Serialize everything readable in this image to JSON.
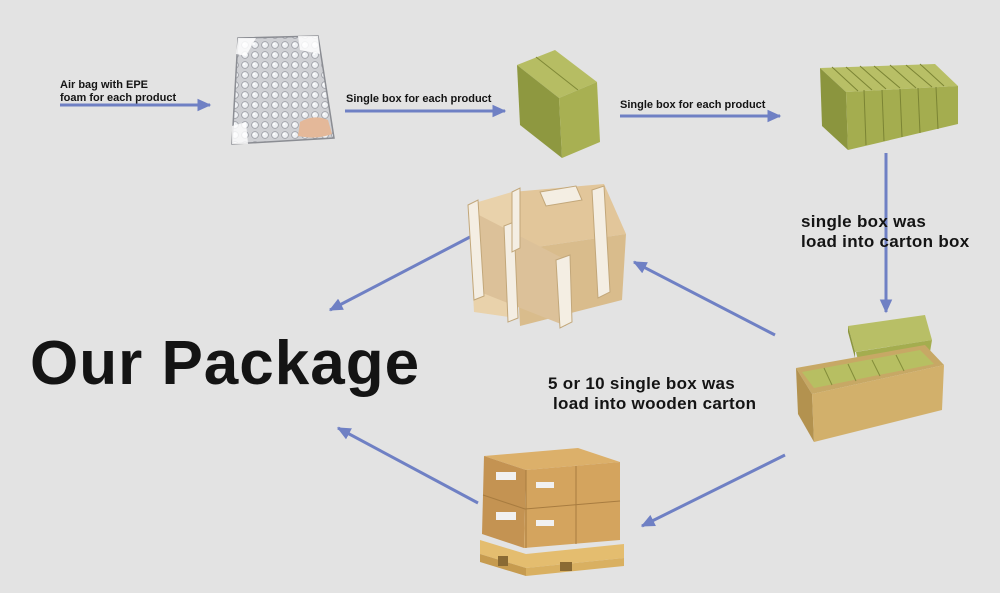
{
  "labels": {
    "airbag_line1": "Air bag with EPE",
    "airbag_line2": "foam for each product",
    "single_box_1": "Single box for each product",
    "single_box_2": "Single box for each product",
    "carton_line1": "single box was",
    "carton_line2": "load into carton box",
    "wooden_line1": "5 or 10 single box was",
    "wooden_line2": "load into wooden carton",
    "title": "Our Package"
  },
  "colors": {
    "background": "#e3e3e3",
    "arrow": "#6f80c4",
    "cardboard_green": "#9fa94c",
    "cardboard_brown": "#d0a258",
    "wood": "#e7c88f"
  }
}
